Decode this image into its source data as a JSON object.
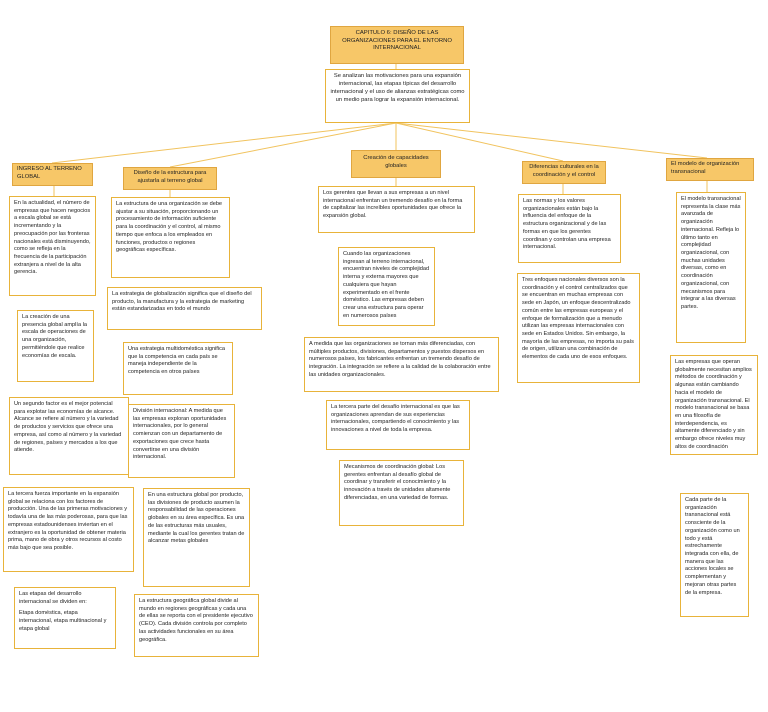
{
  "title": "CAPITULO 6: DISEÑO DE LAS ORGANIZACIONES PARA EL ENTORNO INTERNACIONAL",
  "intro": "Se analizan las motivaciones para una expansión internacional, las etapas típicas del desarrollo internacional y el uso de alianzas estratégicas como un medio para lograr la expansión internacional.",
  "colors": {
    "header_fill": "#f7c768",
    "border": "#e8b33a"
  },
  "columns": [
    {
      "header": "INGRESO AL TERRENO GLOBAL",
      "boxes": [
        "En la actualidad, el número de empresas que hacen negocios a escala global se está incrementando y la preocupación por las fronteras nacionales está disminuyendo, como se refleja en la frecuencia de la participación extranjera a nivel de la alta gerencia.",
        "La creación de una presencia global amplía la escala de operaciones de una organización, permitiéndole que realice economías de escala.",
        "Un segundo factor es el mejor potencial para explotar las economías de alcance. Alcance se refiere al número y la variedad de productos y servicios que ofrece una empresa, así como al número y la variedad de regiones, países y mercados a los que atiende.",
        "La tercera fuerza importante en la expansión global se relaciona con los factores de producción. Una de las primeras motivaciones y todavía una de las más poderosas, para que las empresas estadounidenses inviertan en el extranjero es la oportunidad de obtener materia prima, mano de obra y otros recursos al costo más bajo que sea posible.",
        "Las etapas del desarrollo internacional se dividen en:",
        "Etapa doméstica, etapa internacional, etapa multinacional y etapa global"
      ]
    },
    {
      "header": "Diseño de la estructura para ajustarla al terreno global",
      "boxes": [
        "La estructura de una organización se debe ajustar a su situación, proporcionando un procesamiento de información suficiente para la coordinación y el control, al mismo tiempo que enfoca a los empleados en funciones, productos o regiones geográficas específicas.",
        "La estrategia de globalización significa que el diseño del producto, la manufactura y la estrategia de marketing están estandarizadas en todo el mundo",
        "Una estrategia multidoméstica significa que la competencia en cada país se maneja independiente de la competencia en otros países",
        "División internacional: A medida que las empresas exploran oportunidades internacionales, por lo general comienzan con un departamento de exportaciones que crece hasta convertirse en una división internacional.",
        "En una estructura global por producto, las divisiones de producto asumen la responsabilidad de las operaciones globales en su área específica. Es una de las estructuras más usuales, mediante la cual los gerentes tratan de alcanzar metas globales",
        "La estructura geográfica global divide al mundo en regiones geográficas y cada una de ellas se reporta con el presidente ejecutivo (CEO). Cada división controla por completo las actividades funcionales en su área geográfica."
      ]
    },
    {
      "header": "Creación de capacidades globales",
      "boxes": [
        "Los gerentes que llevan a sus empresas a un nivel internacional enfrentan un tremendo desafío en la forma de capitalizar las increíbles oportunidades que ofrece la expansión global.",
        "Cuando las organizaciones ingresan al terreno internacional, encuentran niveles de complejidad interna y externa mayores que cualquiera que hayan experimentado en el frente doméstico. Las empresas deben crear una estructura para operar en numerosos países",
        "A medida que las organizaciones se tornan más diferenciadas, con múltiples productos, divisiones, departamentos y puestos dispersos en numerosos países, los fabricantes enfrentan un tremendo desafío de integración. La integración se refiere a la calidad de la colaboración entre las unidades organizacionales.",
        "La tercera parte del desafío internacional es que las organizaciones aprendan de sus experiencias internacionales, compartiendo el conocimiento y las innovaciones a nivel de toda la empresa.",
        "Mecanismos de coordinación global: Los gerentes enfrentan al desafío global de coordinar y transferir el conocimiento y la innovación a través de unidades altamente diferenciadas, en una variedad de formas."
      ]
    },
    {
      "header": "Diferencias culturales en la coordinación y el control",
      "boxes": [
        "Las normas y los valores organizacionales están bajo la influencia del enfoque de la estructura organizacional y de las formas en que los gerentes coordinan y controlan una empresa internacional.",
        "Tres enfoques nacionales diversos son la coordinación y el control centralizados que se encuentran en muchas empresas con sede en Japón, un enfoque descentralizado común entre las empresas europeas y el enfoque de formalización que a menudo utilizan las empresas internacionales con sede en Estados Unidos. Sin embargo, la mayoría de las empresas, no importa su país de origen, utilizan una combinación de elementos de cada uno de esos enfoques."
      ]
    },
    {
      "header": "El modelo de organización transnacional",
      "boxes": [
        "El modelo transnacional representa la clase más avanzada de organización internacional. Refleja lo último tanto en complejidad organizacional, con muchas unidades diversas, como en coordinación organizacional, con mecanismos para integrar a las diversas partes.",
        "Las empresas que operan globalmente necesitan amplios métodos de coordinación y algunas están cambiando hacia el modelo de organización transnacional. El modelo transnacional se basa en una filosofía de interdependencia, es altamente diferenciado y sin embargo ofrece niveles muy altos de coordinación",
        "Cada parte de la organización transnacional está consciente de la organización como un todo y está estrechamente integrada con ella, de manera que las acciones locales se complementan y mejoran otras partes de la empresa."
      ]
    }
  ]
}
